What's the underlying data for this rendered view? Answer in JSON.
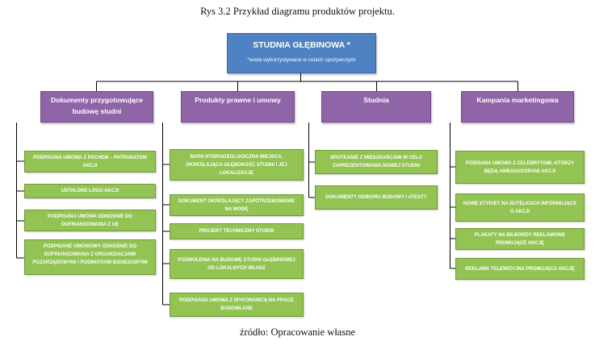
{
  "caption_top": "Rys 3.2 Przykład diagramu produktów projektu.",
  "caption_bottom": "źródło: Opracowanie własne",
  "root": {
    "title": "STUDNIA GŁĘBINOWA *",
    "note": "*woda wykorzystywana w celach spożywczych"
  },
  "columns": [
    {
      "title": "Dokumenty przygotowujące budowę studni",
      "items": [
        "PODPISANA UMOWA Z PACHEM – PATRONATEM AKCJI",
        "USTALONE LOGO AKCJI",
        "PODPISANA UMOWA ODNOŚNIE DO DOFINANSOWANIA Z UE",
        "PODPISANE UMOWOWY ODNOŚNIE DO DOFINANSOWANIA Z ORGANZIACJAMI POZARZĄDOWYMI I PODMIOTAMI BIZNESOWYMI"
      ]
    },
    {
      "title": "Produkty prawne i umowy",
      "items": [
        "MAPA HYDROGEOLOGICZNA MIEJSCA, OKREŚLAJĄCA GŁĘBOKOŚĆ STUDNI I JEJ LOKALIZACJĘ",
        "DOKUMENT OKREŚLAJĄCY ZAPOTRZEBOWANIE NA WODĘ",
        "PROJEKT TECHNICZNY STUDNI",
        "POZWOLENIA NA BUDOWĘ STUDNI GŁĘBINOWEJ OD LOKALNYCH WŁADZ",
        "PODPISANA UMOWA Z WYKONAWCĄ NA PRACE BUDOWLANE"
      ]
    },
    {
      "title": "Studnia",
      "items": [
        "SPOTKANIE Z MIESZKAŃCAMI W CELU ZAPREZENTOWANIA NOWEJ STUDNI",
        "DOKUMENTY ODBIORU BUDOWY I ATESTY"
      ]
    },
    {
      "title": "Kampania marketingowa",
      "items": [
        "PODISANA UMOWA Z CELEBRYTAMI, KTÓRZY BĘDĄ AMBASADORAMI AKCJI",
        "NOWE ETYKIET NA BUTELKACH INFORMUJĄCE O AKCJI",
        "PLAKATY NA BILBORDY REKLAMOWE PROMUJĄCE AKCJĘ",
        "REKLAMA TELEWIZYJNA PROMUJĄCA AKCJĘ"
      ]
    }
  ]
}
